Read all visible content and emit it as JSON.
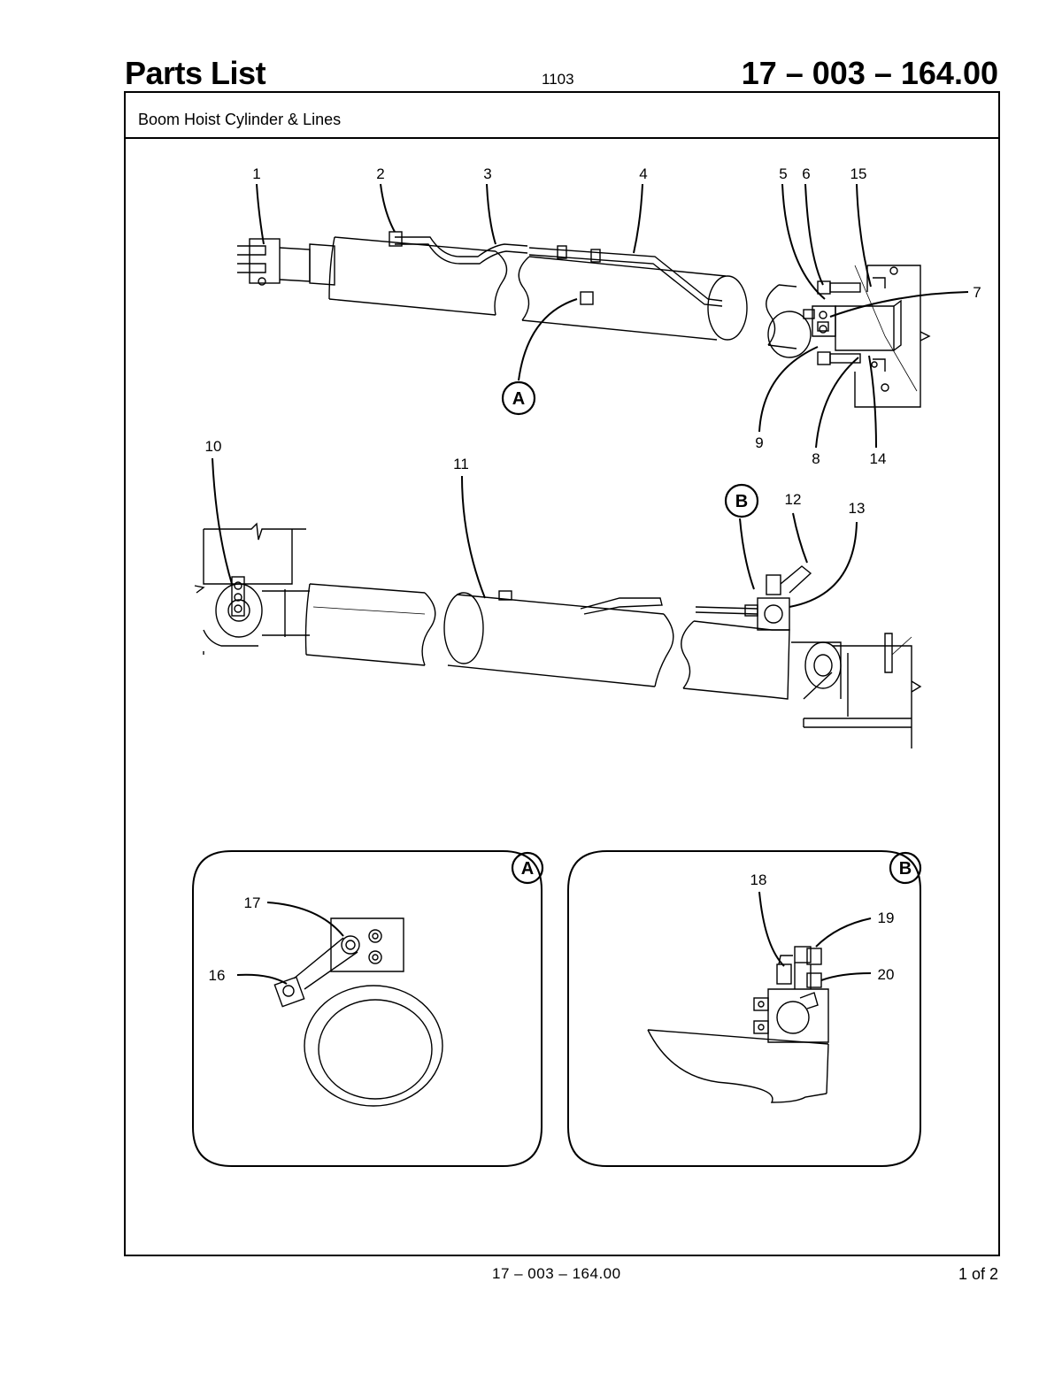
{
  "header": {
    "title": "Parts List",
    "date_code": "1103",
    "doc_number": "17 – 003 – 164.00"
  },
  "section_title": "Boom Hoist Cylinder & Lines",
  "callouts": {
    "c1": "1",
    "c2": "2",
    "c3": "3",
    "c4": "4",
    "c5": "5",
    "c6": "6",
    "c7": "7",
    "c8": "8",
    "c9": "9",
    "c10": "10",
    "c11": "11",
    "c12": "12",
    "c13": "13",
    "c14": "14",
    "c15": "15",
    "c16": "16",
    "c17": "17",
    "c18": "18",
    "c19": "19",
    "c20": "20"
  },
  "detail_markers": {
    "a": "A",
    "b": "B"
  },
  "footer": {
    "doc_number": "17 – 003 – 164.00",
    "page": "1 of 2"
  }
}
